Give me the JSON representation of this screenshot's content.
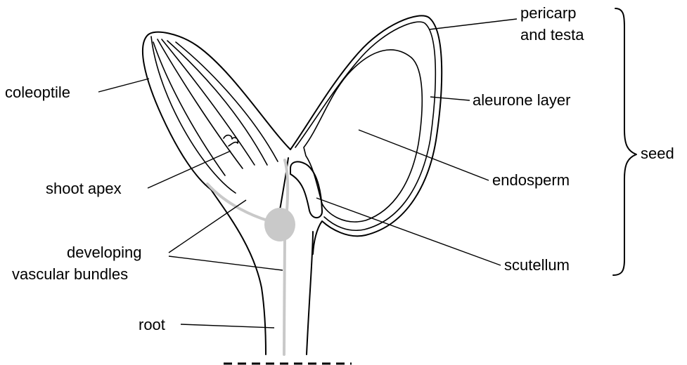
{
  "labels": {
    "coleoptile": "coleoptile",
    "shoot_apex": "shoot apex",
    "developing_line1": "developing",
    "developing_line2": "vascular bundles",
    "root": "root",
    "pericarp_line1": "pericarp",
    "pericarp_line2": "and testa",
    "aleurone": "aleurone layer",
    "endosperm": "endosperm",
    "scutellum": "scutellum",
    "seed": "seed"
  },
  "colors": {
    "outline": "#000000",
    "vascular": "#c9c9c9",
    "background": "#ffffff"
  }
}
